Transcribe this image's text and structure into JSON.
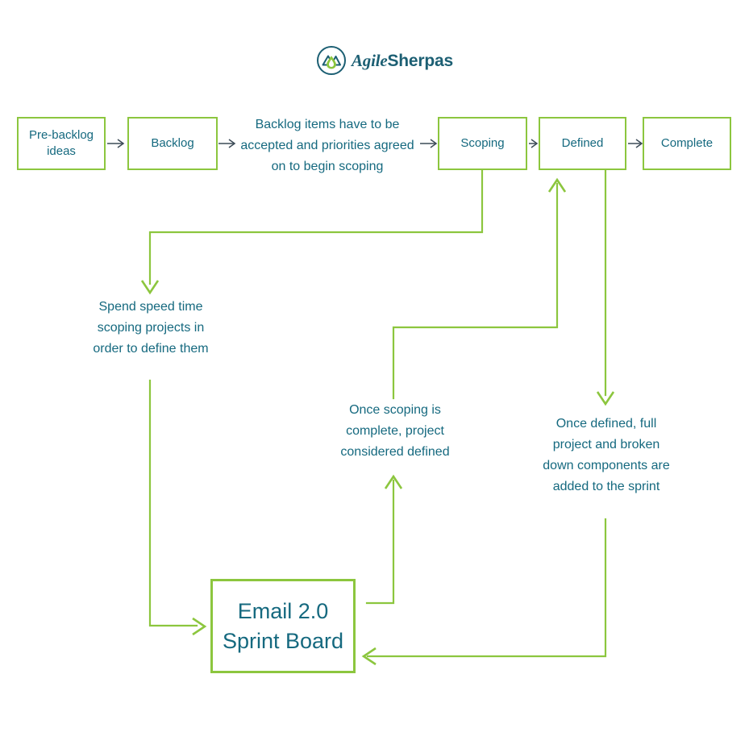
{
  "brand": {
    "logo_icon": "agilesherpas-mountain-droplet-icon",
    "name_part1": "Agile",
    "name_part2": "Sherpas",
    "teal": "#15697F",
    "green": "#8CC63E",
    "arrow_dark": "#3C4B57"
  },
  "diagram": {
    "title": "Email 2.0 Sprint Board workflow",
    "pipeline": [
      {
        "id": "pre-backlog",
        "label": "Pre-backlog ideas"
      },
      {
        "id": "backlog",
        "label": "Backlog"
      },
      {
        "id": "scoping",
        "label": "Scoping"
      },
      {
        "id": "defined",
        "label": "Defined"
      },
      {
        "id": "complete",
        "label": "Complete"
      }
    ],
    "board": {
      "id": "email-sprint-board",
      "line1": "Email 2.0",
      "line2": "Sprint Board"
    },
    "notes": [
      {
        "id": "note-backlog-to-scoping",
        "text": "Backlog items have to be accepted and priorities agreed on to begin scoping"
      },
      {
        "id": "note-spend-speed-time",
        "text": "Spend speed time scoping projects in order to define them"
      },
      {
        "id": "note-once-scoping-complete",
        "text": "Once scoping is complete, project considered defined"
      },
      {
        "id": "note-once-defined",
        "text": "Once defined, full project and broken down components are added to the sprint"
      }
    ],
    "connectors": [
      {
        "id": "pre-backlog-to-backlog",
        "style": "dark-arrow"
      },
      {
        "id": "backlog-to-note",
        "style": "dark-arrow"
      },
      {
        "id": "note-to-scoping",
        "style": "dark-arrow"
      },
      {
        "id": "scoping-to-defined",
        "style": "dark-arrow"
      },
      {
        "id": "defined-to-complete",
        "style": "dark-arrow"
      },
      {
        "id": "scoping-down-to-spend-speed-time",
        "style": "green-elbow"
      },
      {
        "id": "spend-speed-time-down-to-board",
        "style": "green-elbow"
      },
      {
        "id": "board-right-up-to-once-scoping",
        "style": "green-elbow"
      },
      {
        "id": "once-scoping-up-to-defined",
        "style": "green-elbow"
      },
      {
        "id": "defined-down-to-once-defined",
        "style": "green-elbow"
      },
      {
        "id": "once-defined-down-to-board",
        "style": "green-elbow"
      }
    ]
  }
}
